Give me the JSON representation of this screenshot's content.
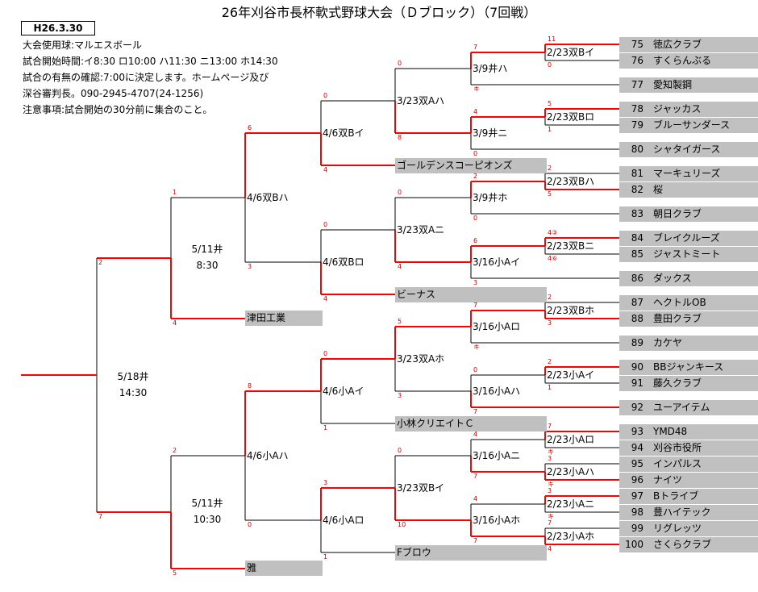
{
  "header": {
    "title": "26年刈谷市長杯軟式野球大会（Ｄブロック）（7回戦）",
    "date": "H26.3.30",
    "notes": [
      "大会使用球:マルエスボール",
      "試合開始時間:イ8:30 ロ10:00 ハ11:30 ニ13:00 ホ14:30",
      "試合の有無の確認:7:00に決定します。ホームページ及び",
      "深谷審判長。090-2945-4707(24-1256)",
      "注意事項:試合開始の30分前に集合のこと。"
    ]
  },
  "teams": [
    {
      "num": "75",
      "name": "徳広クラブ"
    },
    {
      "num": "76",
      "name": "すくらんぶる"
    },
    {
      "num": "77",
      "name": "愛知製鋼"
    },
    {
      "num": "78",
      "name": "ジャッカス"
    },
    {
      "num": "79",
      "name": "ブルーサンダース"
    },
    {
      "num": "80",
      "name": "シャタイガース"
    },
    {
      "num": "81",
      "name": "マーキュリーズ"
    },
    {
      "num": "82",
      "name": "桜"
    },
    {
      "num": "83",
      "name": "朝日クラブ"
    },
    {
      "num": "84",
      "name": "ブレイクルーズ"
    },
    {
      "num": "85",
      "name": "ジャストミート"
    },
    {
      "num": "86",
      "name": "ダックス"
    },
    {
      "num": "87",
      "name": "ヘクトルOB"
    },
    {
      "num": "88",
      "name": "豊田クラブ"
    },
    {
      "num": "89",
      "name": "カケヤ"
    },
    {
      "num": "90",
      "name": "BBジャンキース"
    },
    {
      "num": "91",
      "name": "藤久クラブ"
    },
    {
      "num": "92",
      "name": "ユーアイテム"
    },
    {
      "num": "93",
      "name": "YMD48"
    },
    {
      "num": "94",
      "name": "刈谷市役所"
    },
    {
      "num": "95",
      "name": "インパルス"
    },
    {
      "num": "96",
      "name": "ナイツ"
    },
    {
      "num": "97",
      "name": "Bトライブ"
    },
    {
      "num": "98",
      "name": "豊ハイテック"
    },
    {
      "num": "99",
      "name": "リグレッツ"
    },
    {
      "num": "100",
      "name": "さくらクラブ"
    }
  ],
  "seeded_teams": [
    "ゴールデンスコーピオンズ",
    "ビーナス",
    "小林クリエイトＣ",
    "Fブロウ",
    "津田工業",
    "雅"
  ],
  "rounds": {
    "r1": [
      "2/23双Bイ",
      "2/23双Bロ",
      "2/23双Bハ",
      "2/23双Bニ",
      "2/23双Bホ",
      "2/23小Aイ",
      "2/23小Aロ",
      "2/23小Aハ",
      "2/23小Aニ",
      "2/23小Aホ"
    ],
    "r2": [
      "3/9井ハ",
      "3/9井ニ",
      "3/9井ホ",
      "3/16小Aイ",
      "3/16小Aロ",
      "3/16小Aハ",
      "3/16小Aニ",
      "3/16小Aホ"
    ],
    "r3": [
      "3/23双Aハ",
      "3/23双Aニ",
      "3/23双Aホ",
      "3/23双Bイ"
    ],
    "r4": [
      "4/6双Bイ",
      "4/6双Bロ",
      "4/6小Aイ",
      "4/6小Aロ"
    ],
    "r5": [
      "4/6双Bハ",
      "4/6小Aハ"
    ],
    "r6": [
      {
        "date": "5/11井",
        "time": "8:30"
      },
      {
        "date": "5/11井",
        "time": "10:30"
      }
    ],
    "final": {
      "date": "5/18井",
      "time": "14:30"
    }
  },
  "scores": {
    "r1": [
      [
        "11",
        "0"
      ],
      [
        "5",
        "1"
      ],
      [
        "2",
        "5"
      ],
      [
        "4③",
        "4⑥"
      ],
      [
        "2",
        "3"
      ],
      [
        "2",
        "1"
      ],
      [
        "7",
        "キ"
      ],
      [
        "3",
        "キ"
      ],
      [
        "3",
        "キ"
      ],
      [
        "7",
        "4"
      ]
    ],
    "r2": [
      [
        "7",
        "キ"
      ],
      [
        "4",
        "0"
      ],
      [
        "2",
        "0"
      ],
      [
        "6",
        "3"
      ],
      [
        "7",
        "キ"
      ],
      [
        "0",
        "7"
      ],
      [
        "4",
        "7"
      ],
      [
        "4",
        "7"
      ]
    ],
    "r3": [
      [
        "0",
        "8"
      ],
      [
        "0",
        "4"
      ],
      [
        "5",
        "3"
      ],
      [
        "0",
        "10"
      ]
    ],
    "r4": [
      [
        "0",
        "4"
      ],
      [
        "0",
        "4"
      ],
      [
        "0",
        "1"
      ],
      [
        "3",
        "1"
      ]
    ],
    "r5": [
      [
        "6",
        "3"
      ],
      [
        "8",
        "0"
      ]
    ],
    "r6": [
      [
        "1",
        "4"
      ],
      [
        "2",
        "5"
      ]
    ],
    "final": [
      "2",
      "7"
    ]
  },
  "colors": {
    "winner_line": "#ff0000",
    "line": "#000000",
    "box": "#c0c0c0",
    "score": "#c00000"
  }
}
